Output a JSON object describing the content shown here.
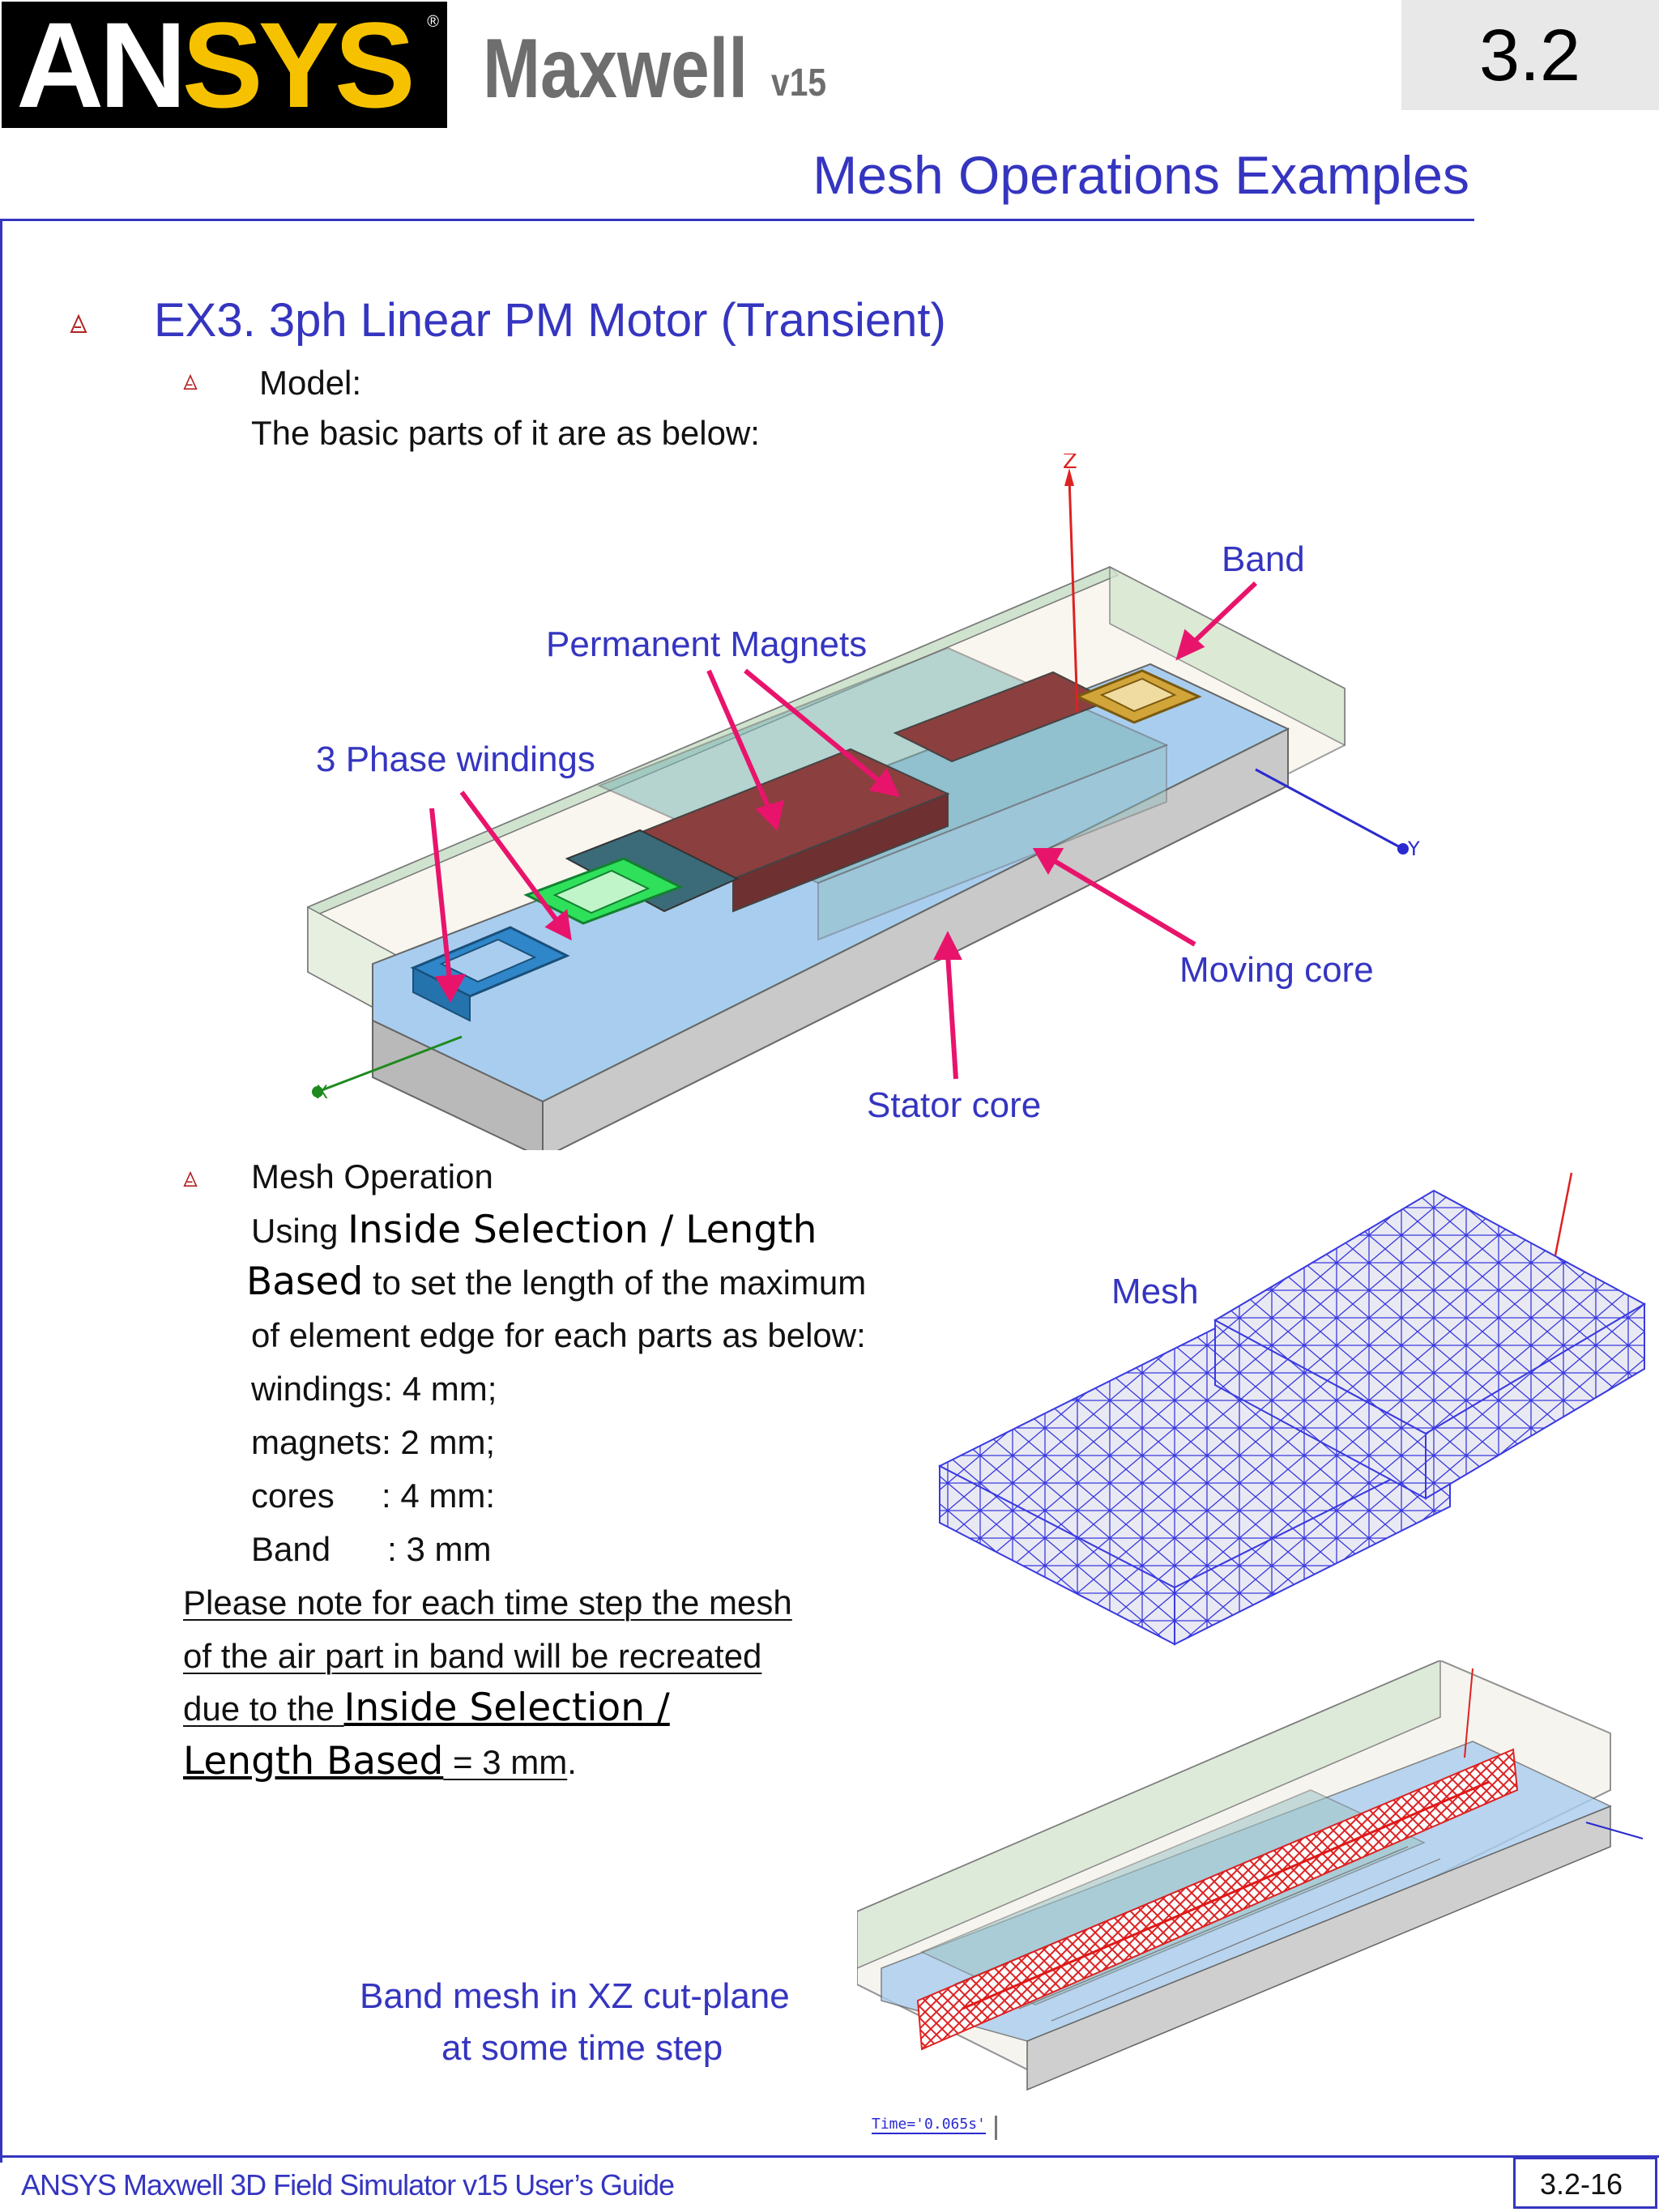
{
  "header": {
    "logo_text_an": "AN",
    "logo_text_sys": "SYS",
    "logo_reg": "®",
    "product": "Maxwell",
    "version": "v15",
    "chapter": "3.2",
    "page_title": "Mesh Operations Examples"
  },
  "main": {
    "ex_title": "EX3. 3ph Linear PM Motor (Transient)",
    "model_label": "Model:",
    "model_desc": "The basic parts of it are as below:",
    "figure1_labels": {
      "band": "Band",
      "permanent_magnets": "Permanent Magnets",
      "phase_windings": "3 Phase windings",
      "moving_core": "Moving core",
      "stator_core": "Stator core",
      "axis_z": "Z",
      "axis_y": "Y",
      "axis_x": "X"
    },
    "mesh_op_label": "Mesh Operation",
    "mesh_lines": {
      "l1_pre": "Using ",
      "l1_bold": "Inside Selection / Length",
      "l2_bold": "Based",
      "l2_post": " to set the length of the maximum",
      "l3": "of element edge for each parts as below:",
      "l4": "windings: 4 mm;",
      "l5": "magnets: 2 mm;",
      "l6": "cores     : 4 mm:",
      "l7": "Band      : 3 mm"
    },
    "note": {
      "n1": "Please note for each time step the mesh",
      "n2": "of the air part in band will be recreated",
      "n3_pre": "due to the ",
      "n3_bold": "Inside Selection /",
      "n4_bold": "Length Based",
      "n4_eq": " = 3 mm",
      "n4_end": "."
    },
    "mesh_label": "Mesh",
    "band_caption_1": "Band mesh in XZ cut-plane",
    "band_caption_2": "at some time step",
    "time_label": "Time='0.065s'"
  },
  "footer": {
    "guide": "ANSYS Maxwell 3D Field Simulator v15 User’s Guide",
    "page": "3.2-16"
  },
  "colors": {
    "accent_blue": "#3535c0",
    "arrow_pink": "#e8146c",
    "logo_yellow": "#f6c200"
  }
}
